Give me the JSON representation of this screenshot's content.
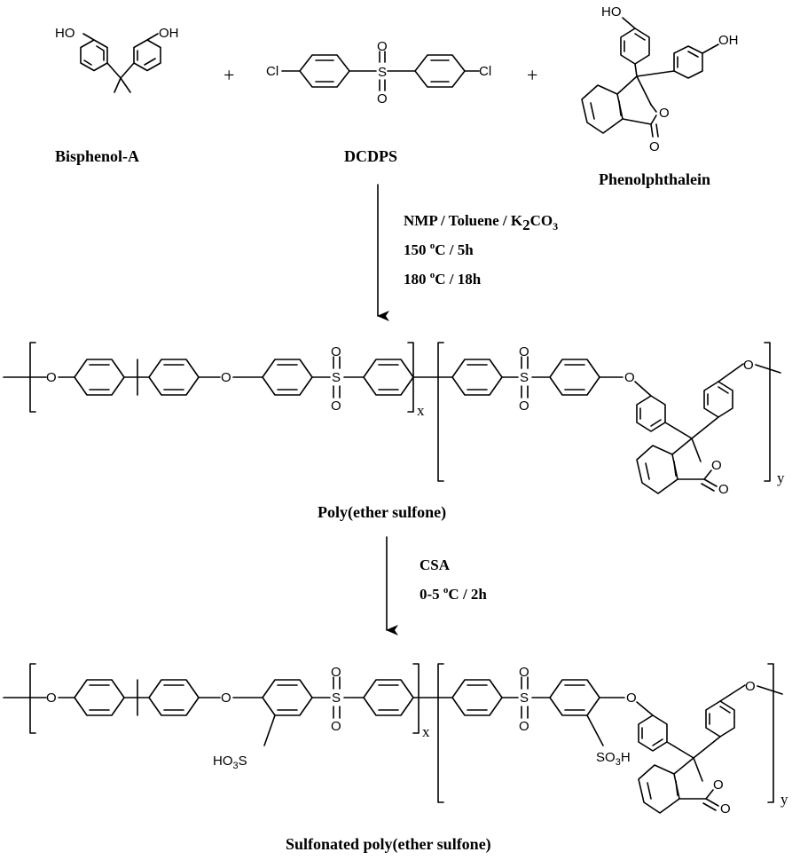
{
  "reactants": {
    "bisphenol_a": {
      "name": "Bisphenol-A",
      "oh_left": "HO",
      "oh_right": "OH"
    },
    "plus_1": "+",
    "dcdps": {
      "name": "DCDPS",
      "cl_left": "Cl",
      "cl_right": "Cl",
      "s": "S",
      "o": "O"
    },
    "plus_2": "+",
    "phenolphthalein": {
      "name": "Phenolphthalein",
      "oh_top": "HO",
      "oh_right": "OH",
      "o_ring": "O",
      "o_carbonyl": "O"
    }
  },
  "step1": {
    "solvent_prefix": "NMP / Toluene / K",
    "k_sub": "2",
    "co": "CO",
    "co_sub": "3",
    "cond2_num": "150 ",
    "cond2_sup": "o",
    "cond2_rest": "C / 5h",
    "cond3_num": "180 ",
    "cond3_sup": "o",
    "cond3_rest": "C / 18h"
  },
  "polymer1": {
    "name": "Poly(ether sulfone)",
    "o": "O",
    "s": "S",
    "x": "x",
    "y": "y"
  },
  "step2": {
    "reagent": "CSA",
    "cond_num": "0-5 ",
    "cond_sup": "o",
    "cond_rest": "C / 2h"
  },
  "polymer2": {
    "name": "Sulfonated poly(ether sulfone)",
    "o": "O",
    "s": "S",
    "x": "x",
    "y": "y",
    "so3h_left_main": "HO",
    "so3h_left_sub": "3",
    "so3h_left_s": "S",
    "so3h_right_main": "SO",
    "so3h_right_sub": "3",
    "so3h_right_h": "H"
  }
}
